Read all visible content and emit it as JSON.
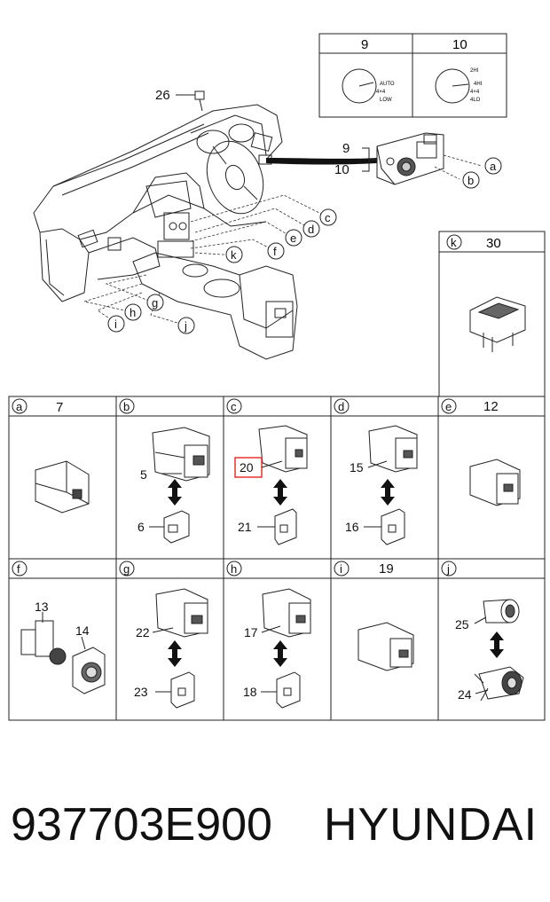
{
  "diagram": {
    "callouts": {
      "c26": "26",
      "c9": "9",
      "c10": "10",
      "ca": "a",
      "cb": "b",
      "cc": "c",
      "cd": "d",
      "ce": "e",
      "cf": "f",
      "cg": "g",
      "ch": "h",
      "ci": "i",
      "cj": "j",
      "ck": "k"
    },
    "top_table": {
      "col1_header": "9",
      "col2_header": "10",
      "dial9_labels": [
        "AUTO",
        "4×4",
        "LOW"
      ],
      "dial10_labels": [
        "2HI",
        "4HI",
        "4×4",
        "4LO"
      ]
    },
    "k_box": {
      "letter": "k",
      "number": "30"
    },
    "grid_row1": [
      {
        "letter": "a",
        "number": "7",
        "parts": []
      },
      {
        "letter": "b",
        "number": "",
        "parts": [
          "5",
          "6"
        ]
      },
      {
        "letter": "c",
        "number": "",
        "parts": [
          "20",
          "21"
        ]
      },
      {
        "letter": "d",
        "number": "",
        "parts": [
          "15",
          "16"
        ]
      },
      {
        "letter": "e",
        "number": "12",
        "parts": []
      }
    ],
    "grid_row2": [
      {
        "letter": "f",
        "number": "",
        "parts": [
          "13",
          "14"
        ]
      },
      {
        "letter": "g",
        "number": "",
        "parts": [
          "22",
          "23"
        ]
      },
      {
        "letter": "h",
        "number": "",
        "parts": [
          "17",
          "18"
        ]
      },
      {
        "letter": "i",
        "number": "19",
        "parts": []
      },
      {
        "letter": "j",
        "number": "",
        "parts": [
          "25",
          "24"
        ]
      }
    ],
    "highlight_color": "#e8332e"
  },
  "footer": {
    "part_number": "937703E900",
    "brand": "HYUNDAI"
  }
}
